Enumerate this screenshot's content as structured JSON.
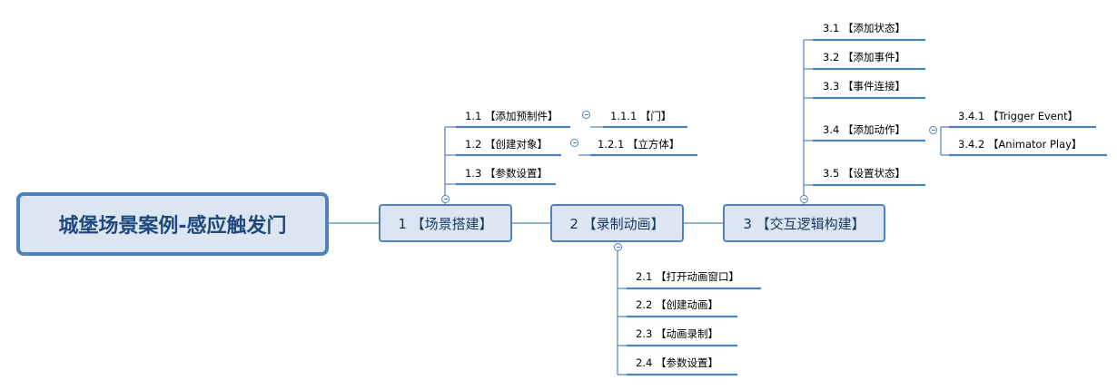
{
  "root": {
    "label": "城堡场景案例-感应触发门"
  },
  "topics": {
    "t1": {
      "label": "1 【场景搭建】"
    },
    "t2": {
      "label": "2 【录制动画】"
    },
    "t3": {
      "label": "3 【交互逻辑构建】"
    }
  },
  "t1_children": {
    "c1": {
      "label": "1.1 【添加预制件】"
    },
    "c2": {
      "label": "1.2 【创建对象】"
    },
    "c3": {
      "label": "1.3 【参数设置】"
    },
    "c1_1": {
      "label": "1.1.1 【门】"
    },
    "c2_1": {
      "label": "1.2.1 【立方体】"
    }
  },
  "t2_children": {
    "c1": {
      "label": "2.1 【打开动画窗口】"
    },
    "c2": {
      "label": "2.2 【创建动画】"
    },
    "c3": {
      "label": "2.3 【动画录制】"
    },
    "c4": {
      "label": "2.4 【参数设置】"
    }
  },
  "t3_children": {
    "c1": {
      "label": "3.1 【添加状态】"
    },
    "c2": {
      "label": "3.2 【添加事件】"
    },
    "c3": {
      "label": "3.3 【事件连接】"
    },
    "c4": {
      "label": "3.4 【添加动作】"
    },
    "c5": {
      "label": "3.5 【设置状态】"
    },
    "c4_1": {
      "label": "3.4.1 【Trigger Event】"
    },
    "c4_2": {
      "label": "3.4.2 【Animator Play】"
    }
  },
  "colors": {
    "line": "#4f81bd",
    "box_fill": "#dce6f2",
    "root_text": "#1f497d"
  }
}
